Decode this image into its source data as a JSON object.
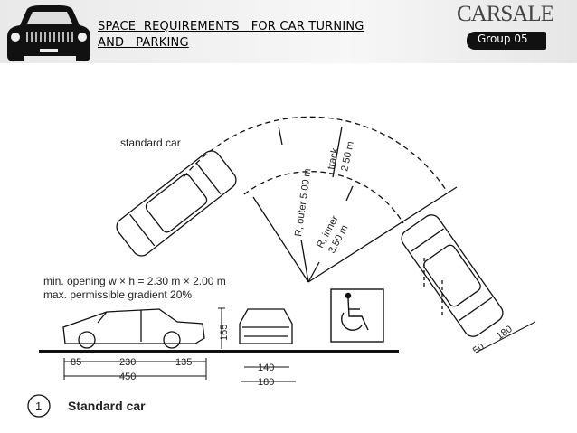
{
  "header": {
    "title_line1": "SPACE  REQUIREMENTS   FOR CAR TURNING",
    "title_line2": "AND   PARKING",
    "brand": "CARSALE",
    "group": "Group 05"
  },
  "diagram": {
    "standard_car_label": "standard car",
    "r_outer": "R, outer 5.00 m",
    "r_inner_1": "R, inner",
    "r_inner_2": "3.50 m",
    "track_1": "track",
    "track_2": "2.50 m",
    "opening": "min. opening w × h = 2.30 m × 2.00 m",
    "gradient": "max. permissible gradient 20%",
    "height": "165",
    "dims_side": [
      "85",
      "230",
      "135",
      "450"
    ],
    "dims_front": [
      "140",
      "180"
    ],
    "dims_right": [
      "50",
      "180"
    ],
    "figure_number": "1",
    "figure_title": "Standard car",
    "accessibility_icon": "wheelchair-icon"
  }
}
